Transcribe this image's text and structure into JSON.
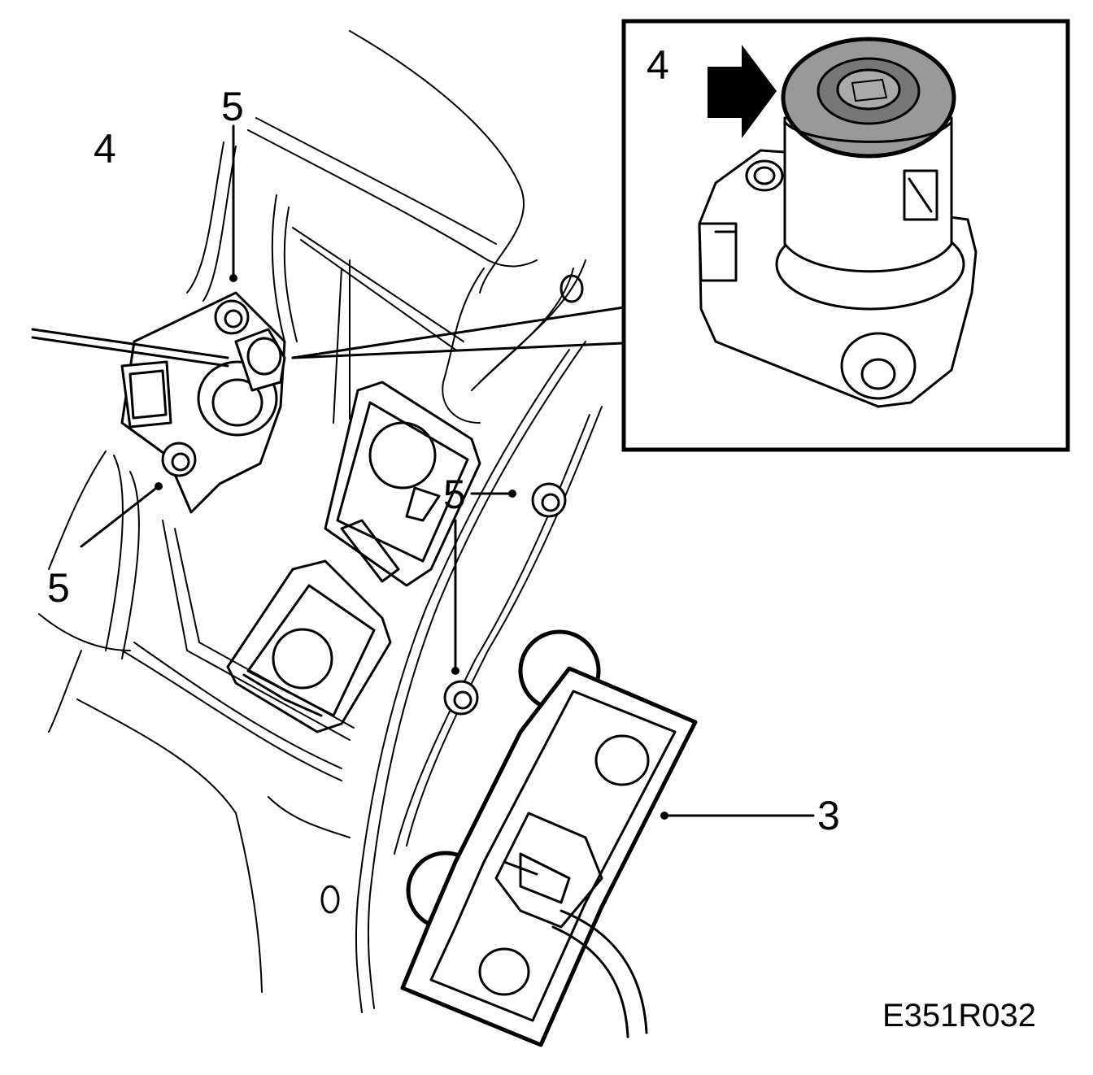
{
  "callouts": {
    "top_bolt": "5",
    "left_part": "4",
    "left_bolt": "5",
    "mid_bolt": "5",
    "cover": "3",
    "inset_part": "4"
  },
  "figure_code": "E351R032",
  "colors": {
    "ink": "#000000",
    "paper": "#ffffff",
    "knurl": "#999999"
  }
}
